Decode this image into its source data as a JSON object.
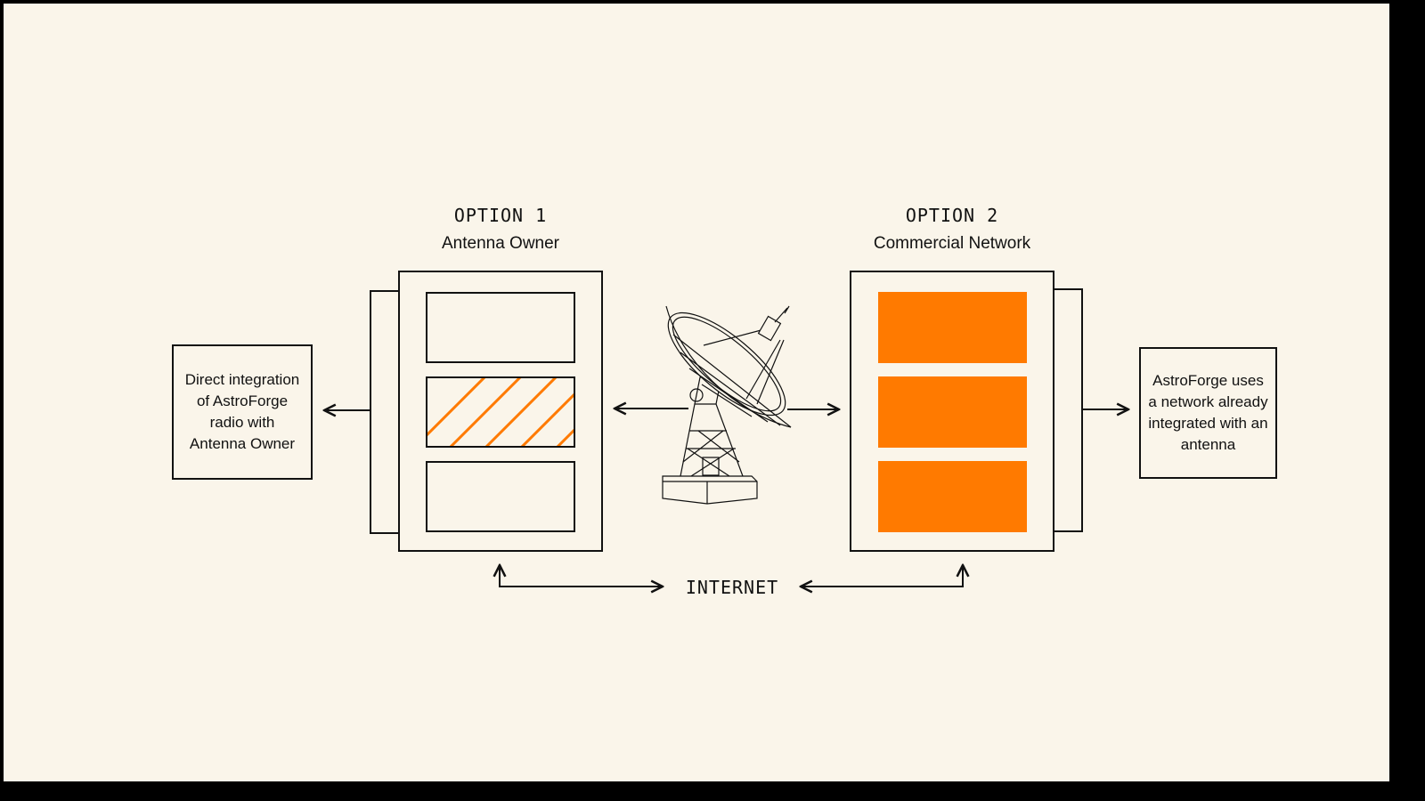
{
  "option1": {
    "tag": "OPTION 1",
    "name": "Antenna Owner",
    "note": "Direct integration of AstroForge radio with Antenna Owner"
  },
  "option2": {
    "tag": "OPTION 2",
    "name": "Commercial Network",
    "note": "AstroForge uses a network already integrated with an antenna"
  },
  "internet_label": "INTERNET",
  "colors": {
    "background": "#faf5ea",
    "accent": "#ff7a00",
    "line": "#111111"
  },
  "icons": {
    "center": "satellite-dish-icon"
  }
}
